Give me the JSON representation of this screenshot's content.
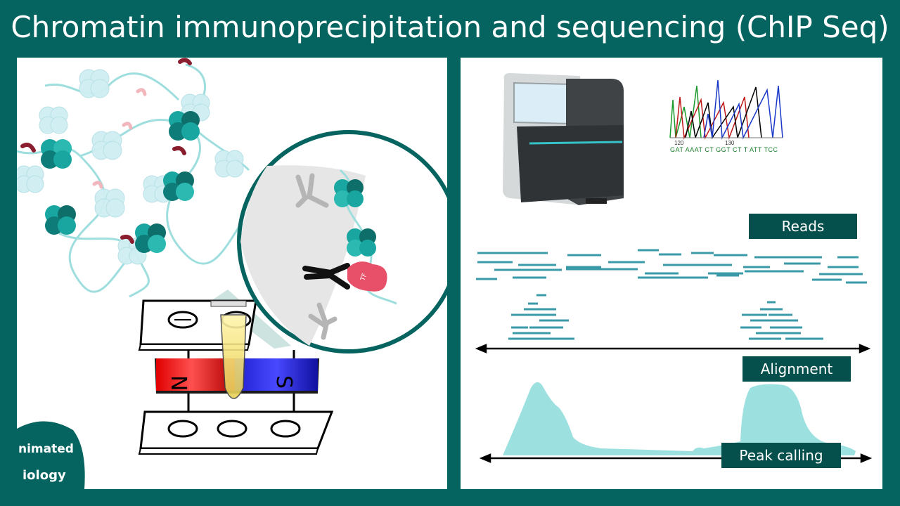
{
  "title": "Chromatin immunoprecipitation and sequencing (ChIP Seq)",
  "left": {
    "magnet_n": "N",
    "magnet_s": "S",
    "tf_label": "TF"
  },
  "right": {
    "reads_label": "Reads",
    "alignment_label": "Alignment",
    "peak_label": "Peak calling",
    "chromatogram": {
      "tick_120": "120",
      "tick_130": "130",
      "sequence": "GAT AAAT CT GGT CT T ATT TCC"
    }
  },
  "logo": {
    "text_top": "nimated",
    "text_bottom": "iology"
  },
  "colors": {
    "background": "#05645f",
    "nucleosome": "#1aa6a0",
    "read": "#3a9aa8",
    "peak": "#9de0e0",
    "label_box": "#05504c"
  }
}
